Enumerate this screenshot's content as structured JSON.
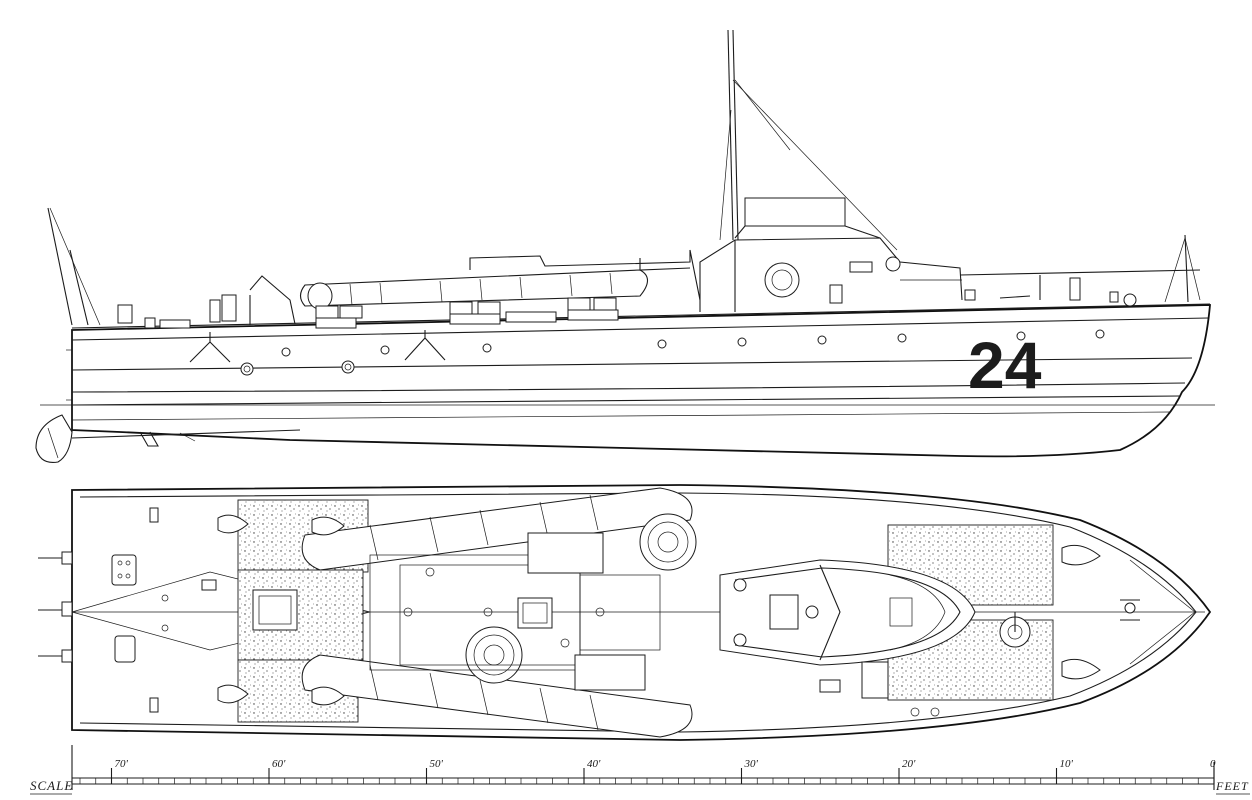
{
  "hull_number": "24",
  "scale": {
    "caption": "SCALE",
    "unit": "FEET",
    "ticks": [
      {
        "label": "0",
        "feet": 0
      },
      {
        "label": "10'",
        "feet": 10
      },
      {
        "label": "20'",
        "feet": 20
      },
      {
        "label": "30'",
        "feet": 30
      },
      {
        "label": "40'",
        "feet": 40
      },
      {
        "label": "50'",
        "feet": 50
      },
      {
        "label": "60'",
        "feet": 60
      },
      {
        "label": "70'",
        "feet": 70
      }
    ]
  }
}
